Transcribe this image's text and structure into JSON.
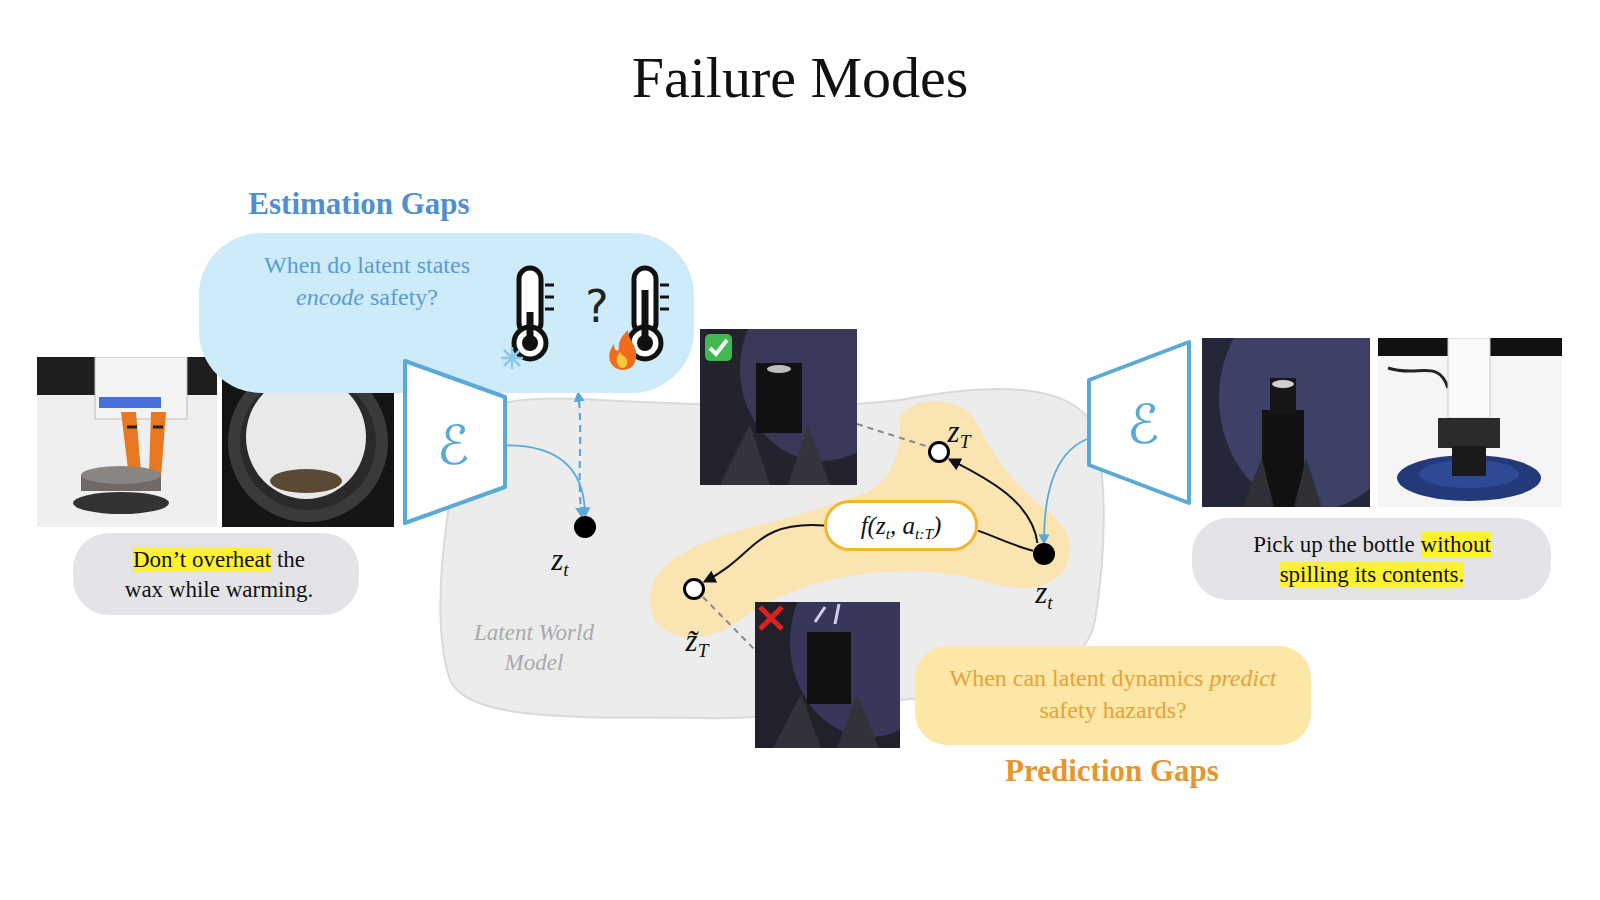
{
  "diagram": {
    "title": "Failure Modes",
    "nodes": [
      {
        "text": [
          "Estimation Gaps",
          "When do latent states encode safety?",
          "?"
        ]
      },
      {
        "text": [
          "Don’t overheat the wax while warming."
        ]
      },
      {
        "text": [
          "ℰ"
        ]
      },
      {
        "text": [
          "Latent World Model"
        ]
      },
      {
        "text": [
          "zt"
        ],
        "in": 3
      },
      {
        "text": [
          "zT"
        ],
        "in": 3
      },
      {
        "text": [
          "f(zt, at:T)"
        ],
        "in": 3
      },
      {
        "text": [
          "zt"
        ],
        "in": 3
      },
      {
        "text": [
          "z̃T"
        ],
        "in": 3
      },
      {
        "text": [
          "ℰ"
        ]
      },
      {
        "text": [
          "Pick up the bottle without spilling its contents."
        ]
      },
      {
        "text": [
          "When can latent dynamics predict safety hazards?",
          "Prediction Gaps"
        ]
      }
    ],
    "edges": [
      {
        "from": 2,
        "to": 4,
        "arrow": "to"
      },
      {
        "from": 4,
        "to": 0,
        "arrow": "both"
      },
      {
        "from": 9,
        "to": 7,
        "arrow": "to"
      },
      {
        "from": 7,
        "to": 5,
        "arrow": "to"
      },
      {
        "from": 7,
        "to": 6,
        "arrow": "none"
      },
      {
        "from": 6,
        "to": 8,
        "arrow": "to"
      }
    ]
  }
}
